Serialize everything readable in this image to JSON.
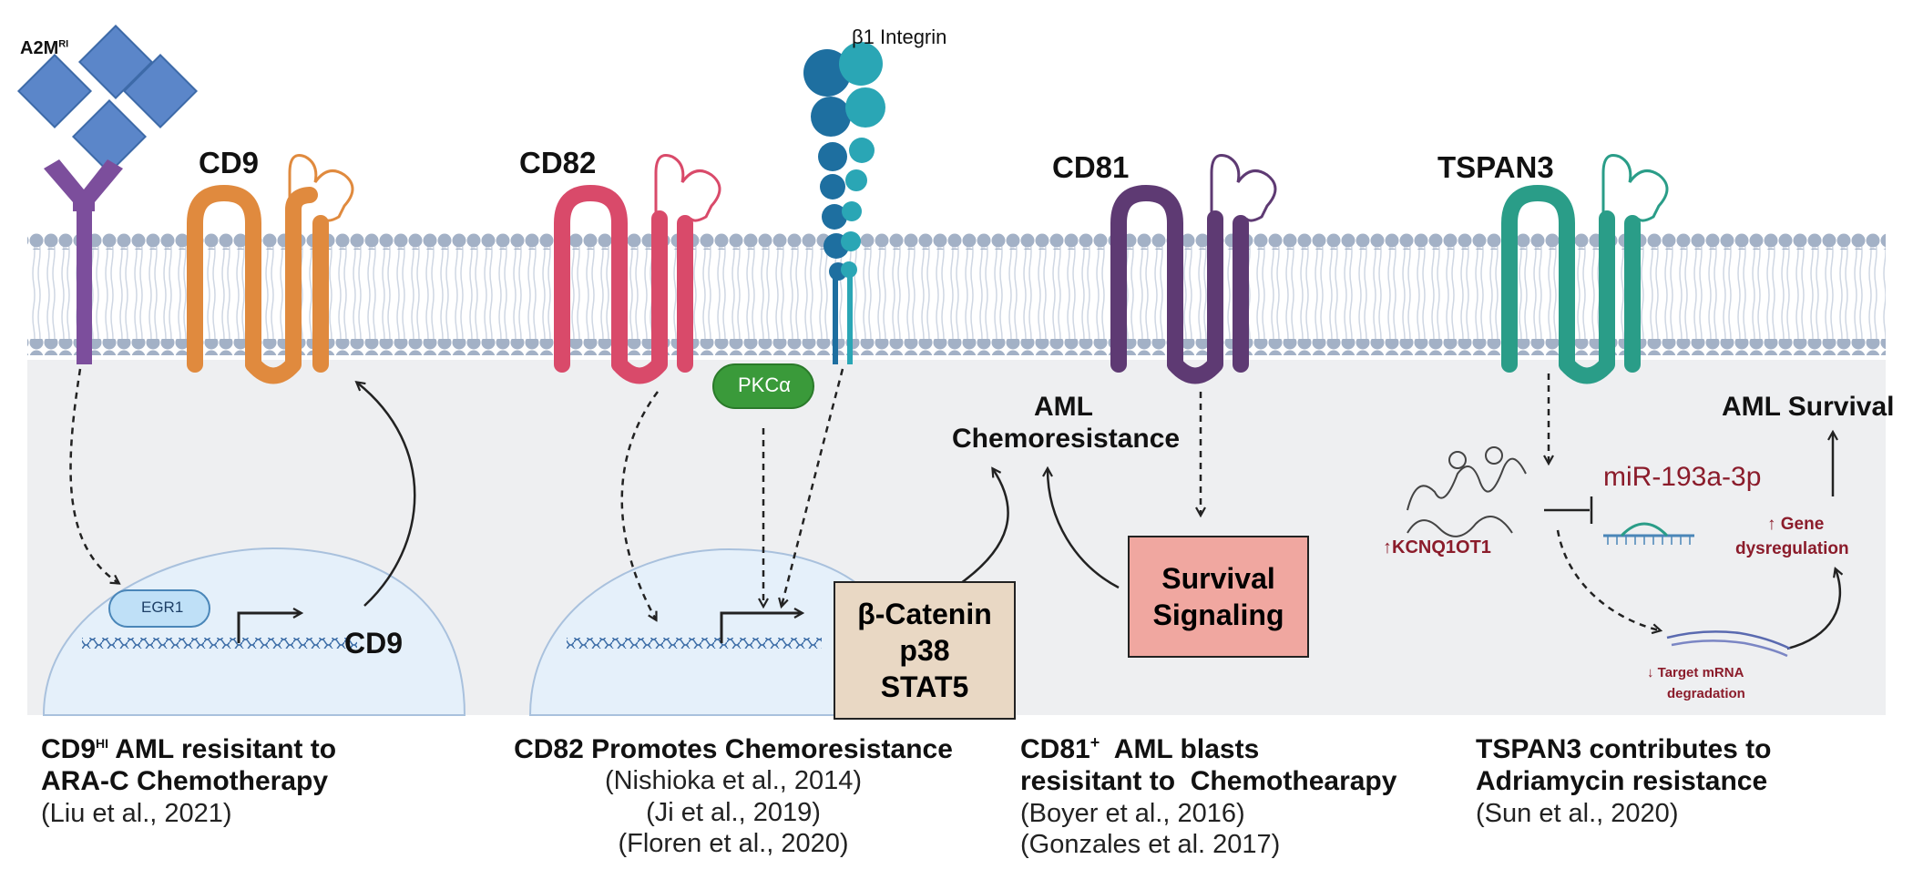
{
  "receptors": {
    "a2m": "A2M",
    "a2m_sup": "RI",
    "integrin": "β1 Integrin",
    "cd9": "CD9",
    "cd82": "CD82",
    "cd81": "CD81",
    "tspan3": "TSPAN3"
  },
  "nodes": {
    "pkc": "PKCα",
    "egr1": "EGR1",
    "cd9_gene": "CD9",
    "aml_chemo_line1": "AML",
    "aml_chemo_line2": "Chemoresistance",
    "aml_survival": "AML Survival",
    "beta_catenin": "β-Catenin",
    "p38": "p38",
    "stat5": "STAT5",
    "survival_line1": "Survival",
    "survival_line2": "Signaling",
    "mirna": "miR-193a-3p",
    "kcnq": "↑KCNQ1OT1",
    "gene_line1": "↑ Gene",
    "gene_line2": "dysregulation",
    "target_line1": "↓ Target mRNA",
    "target_line2": "degradation"
  },
  "captions": {
    "cd9_title_a": "CD9",
    "cd9_title_sup": "HI",
    "cd9_title_b": " AML resisitant to",
    "cd9_title_line2": "ARA-C Chemotherapy",
    "cd9_cite": "(Liu et al., 2021)",
    "cd82_title": "CD82 Promotes Chemoresistance",
    "cd82_cite1": "(Nishioka et al., 2014)",
    "cd82_cite2": "(Ji et al., 2019)",
    "cd82_cite3": "(Floren et al., 2020)",
    "cd81_title_a": "CD81",
    "cd81_title_sup": "+",
    "cd81_title_b": "  AML blasts",
    "cd81_title_line2": "resisitant to  Chemothearapy",
    "cd81_cite1": "(Boyer et al., 2016)",
    "cd81_cite2": "(Gonzales et al. 2017)",
    "tspan3_title": "TSPAN3 contributes to",
    "tspan3_title_line2": "Adriamycin resistance",
    "tspan3_cite": "(Sun et al., 2020)"
  },
  "colors": {
    "cd9": "#e08a3e",
    "cd82": "#d94a6a",
    "cd81": "#5e3a73",
    "tspan3": "#2a9d88",
    "a2m": "#5b86c9",
    "a2m_receptor": "#7c4e9c",
    "integrin_a": "#1e6fa0",
    "integrin_b": "#2aa6b5",
    "pkc": "#3a9a3a",
    "membrane_head": "#9aaac0",
    "cytoplasm": "#eeeff1",
    "nucleus": "#e5f0fa",
    "beta_box": "#e9d8c4",
    "survival_box": "#f0a7a0"
  }
}
